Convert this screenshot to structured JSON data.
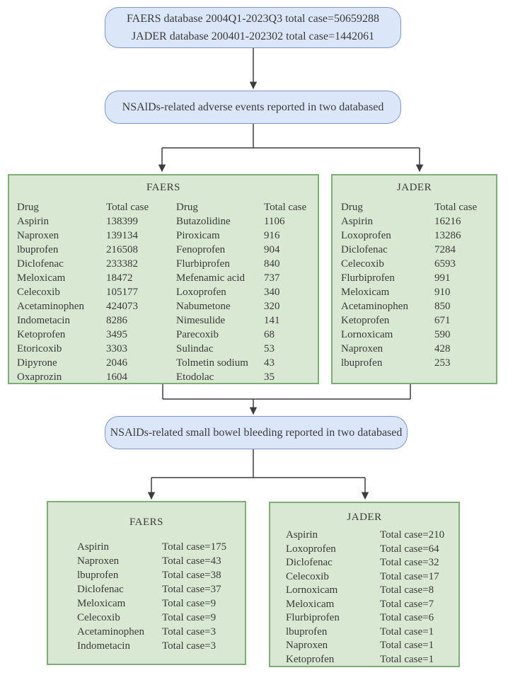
{
  "colors": {
    "blue_fill": "#dbe7f9",
    "blue_border": "#8096c7",
    "green_fill": "#d8e8d2",
    "green_border": "#7fad76",
    "line": "#3c3c3c",
    "text": "#3a3a3a"
  },
  "flow": {
    "source_box": {
      "line1": "FAERS database 2004Q1-2023Q3 total case=50659288",
      "line2": "JADER database 200401-202302 total case=1442061"
    },
    "adverse_box_label": "NSAlDs-related adverse events reported in two databased",
    "bleeding_box_label": "NSAlDs-related small bowel bleeding reported in two databased"
  },
  "panels": {
    "faers_adverse": {
      "title": "FAERS",
      "left": {
        "header": [
          "Drug",
          "Total case"
        ],
        "rows": [
          [
            "Aspirin",
            "138399"
          ],
          [
            "Naproxen",
            "139134"
          ],
          [
            "lbuprofen",
            "216508"
          ],
          [
            "Diclofenac",
            "233382"
          ],
          [
            "Meloxicam",
            "18472"
          ],
          [
            "Celecoxib",
            "105177"
          ],
          [
            "Acetaminophen",
            "424073"
          ],
          [
            "Indometacin",
            "8286"
          ],
          [
            "Ketoprofen",
            "3495"
          ],
          [
            "Etoricoxib",
            "3303"
          ],
          [
            "Dipyrone",
            "2046"
          ],
          [
            "Oxaprozin",
            "1604"
          ]
        ]
      },
      "right": {
        "header": [
          "Drug",
          "Total case"
        ],
        "rows": [
          [
            "Butazolidine",
            "1106"
          ],
          [
            "Piroxicam",
            "916"
          ],
          [
            "Fenoprofen",
            "904"
          ],
          [
            "Flurbiprofen",
            "840"
          ],
          [
            "Mefenamic acid",
            "737"
          ],
          [
            "Loxoprofen",
            "340"
          ],
          [
            "Nabumetone",
            "320"
          ],
          [
            "Nimesulide",
            "141"
          ],
          [
            "Parecoxib",
            "68"
          ],
          [
            "Sulindac",
            "53"
          ],
          [
            "Tolmetin sodium",
            "43"
          ],
          [
            "Etodolac",
            "35"
          ]
        ]
      }
    },
    "jader_adverse": {
      "title": "JADER",
      "main": {
        "header": [
          "Drug",
          "Total case"
        ],
        "rows": [
          [
            "Aspirin",
            "16216"
          ],
          [
            "Loxoprofen",
            "13286"
          ],
          [
            "Diclofenac",
            "7284"
          ],
          [
            "Celecoxib",
            "6593"
          ],
          [
            "Flurbiprofen",
            "991"
          ],
          [
            "Meloxicam",
            "910"
          ],
          [
            "Acetaminophen",
            "850"
          ],
          [
            "Ketoprofen",
            "671"
          ],
          [
            "Lornoxicam",
            "590"
          ],
          [
            "Naproxen",
            "428"
          ],
          [
            "lbuprofen",
            "253"
          ]
        ]
      }
    },
    "faers_bleeding": {
      "title": "FAERS",
      "main": {
        "rows": [
          [
            "Aspirin",
            "Total case=175"
          ],
          [
            "Naproxen",
            "Total case=43"
          ],
          [
            "lbuprofen",
            "Total case=38"
          ],
          [
            "Diclofenac",
            "Total case=37"
          ],
          [
            "Meloxicam",
            "Total case=9"
          ],
          [
            "Celecoxib",
            "Total case=9"
          ],
          [
            "Acetaminophen",
            "Total case=3"
          ],
          [
            "Indometacin",
            "Total case=3"
          ]
        ]
      }
    },
    "jader_bleeding": {
      "title": "JADER",
      "main": {
        "rows": [
          [
            "Aspirin",
            "Total case=210"
          ],
          [
            "Loxoprofen",
            "Total case=64"
          ],
          [
            "Diclofenac",
            "Total case=32"
          ],
          [
            "Celecoxib",
            "Total case=17"
          ],
          [
            "Lornoxicam",
            "Total case=8"
          ],
          [
            "Meloxicam",
            "Total case=7"
          ],
          [
            "Flurbiprofen",
            "Total case=6"
          ],
          [
            "lbuprofen",
            "Total case=1"
          ],
          [
            "Naproxen",
            "Total case=1"
          ],
          [
            "Ketoprofen",
            "Total case=1"
          ]
        ]
      }
    }
  }
}
